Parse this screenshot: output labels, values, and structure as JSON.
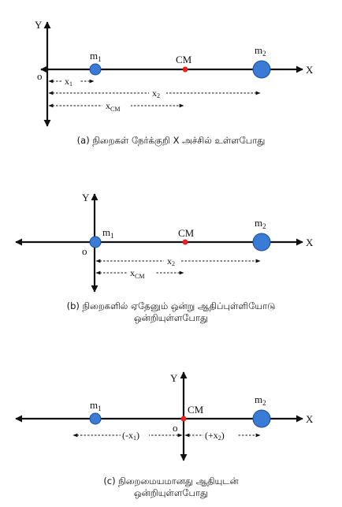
{
  "panels": [
    {
      "id": "a",
      "caption_lines": [
        "(a) நிறைகள் நேர்க்குறி  X அச்சில் உள்ளபோது"
      ],
      "labels": {
        "y": "Y",
        "x": "X",
        "origin": "o",
        "cm": "CM",
        "m1": "m",
        "m1_sub": "1",
        "m2": "m",
        "m2_sub": "2"
      },
      "dims": [
        {
          "main": "x",
          "sub": "1"
        },
        {
          "main": "x",
          "sub": "2"
        },
        {
          "main": "x",
          "sub": "CM"
        }
      ]
    },
    {
      "id": "b",
      "caption_lines": [
        "(b) நிறைகளில் ஏதேனும் ஒன்று ஆதிப்புள்ளியோடு",
        "ஒன்றியுள்ளபோது"
      ],
      "labels": {
        "y": "Y",
        "x": "X",
        "origin": "o",
        "cm": "CM",
        "m1": "m",
        "m1_sub": "1",
        "m2": "m",
        "m2_sub": "2"
      },
      "dims": [
        {
          "main": "x",
          "sub": "2"
        },
        {
          "main": "x",
          "sub": "CM"
        }
      ]
    },
    {
      "id": "c",
      "caption_lines": [
        "(c) நிறைமையமானது ஆதியுடன்",
        "ஒன்றியுள்ளபோது"
      ],
      "labels": {
        "y": "Y",
        "x": "X",
        "origin": "o",
        "cm": "CM",
        "m1": "m",
        "m1_sub": "1",
        "m2": "m",
        "m2_sub": "2"
      },
      "dims": [
        {
          "pre": "(-x",
          "sub": "1",
          "post": ")"
        },
        {
          "pre": "(+x",
          "sub": "2",
          "post": ")"
        }
      ]
    }
  ],
  "colors": {
    "mass": "#3a7bd5",
    "mass_stroke": "#1c4f96",
    "cm": "#e8221f",
    "line": "#111111"
  }
}
